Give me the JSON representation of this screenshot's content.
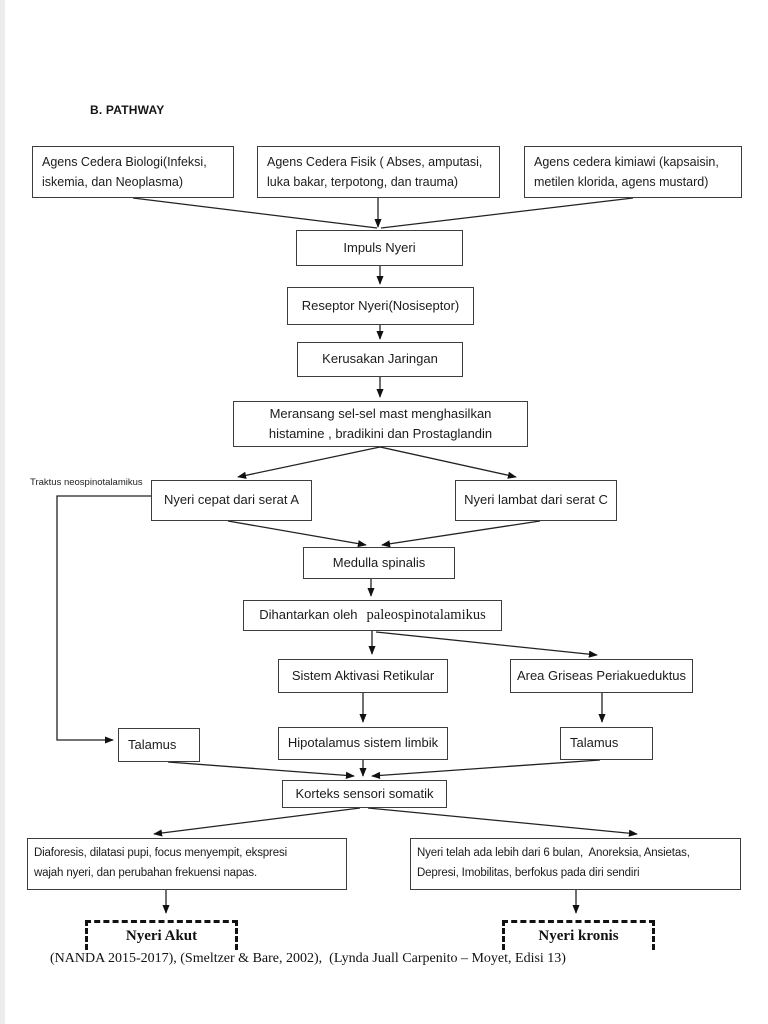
{
  "page": {
    "heading": "B. PATHWAY",
    "citation": "(NANDA 2015-2017), (Smeltzer & Bare, 2002),  (Lynda Juall Carpenito – Moyet, Edisi 13)"
  },
  "edge_labels": {
    "traktus": "Traktus neospinotalamikus"
  },
  "nodes": {
    "cause_biologi": "Agens Cedera Biologi(Infeksi,\niskemia, dan Neoplasma)",
    "cause_fisik": "Agens Cedera Fisik ( Abses, amputasi,\nluka bakar, terpotong, dan trauma)",
    "cause_kimiawi": "Agens cedera kimiawi (kapsaisin,\nmetilen klorida, agens mustard)",
    "impuls": "Impuls Nyeri",
    "reseptor": "Reseptor Nyeri(Nosiseptor)",
    "kerusakan": "Kerusakan Jaringan",
    "meransang": "Meransang sel-sel mast menghasilkan\nhistamine , bradikini dan Prostaglandin",
    "nyeri_cepat": "Nyeri cepat dari serat A",
    "nyeri_lambat": "Nyeri lambat dari serat C",
    "medulla": "Medulla spinalis",
    "dihantarkan_prefix": "Dihantarkan oleh",
    "dihantarkan_term": "paleospinotalamikus",
    "sistem_aktivasi": "Sistem Aktivasi Retikular",
    "area_griseas": "Area Griseas Periakueduktus",
    "talamus_left": "Talamus",
    "hipotalamus": "Hipotalamus sistem limbik",
    "talamus_right": "Talamus",
    "korteks": "Korteks sensori somatik",
    "akut_signs": "Diaforesis, dilatasi pupi, focus menyempit, ekspresi\nwajah nyeri, dan perubahan frekuensi napas.",
    "kronis_signs": "Nyeri telah ada lebih dari 6 bulan,  Anoreksia, Ansietas,\nDepresi, Imobilitas, berfokus pada diri sendiri",
    "nyeri_akut": "Nyeri Akut",
    "nyeri_kronis": "Nyeri kronis"
  }
}
